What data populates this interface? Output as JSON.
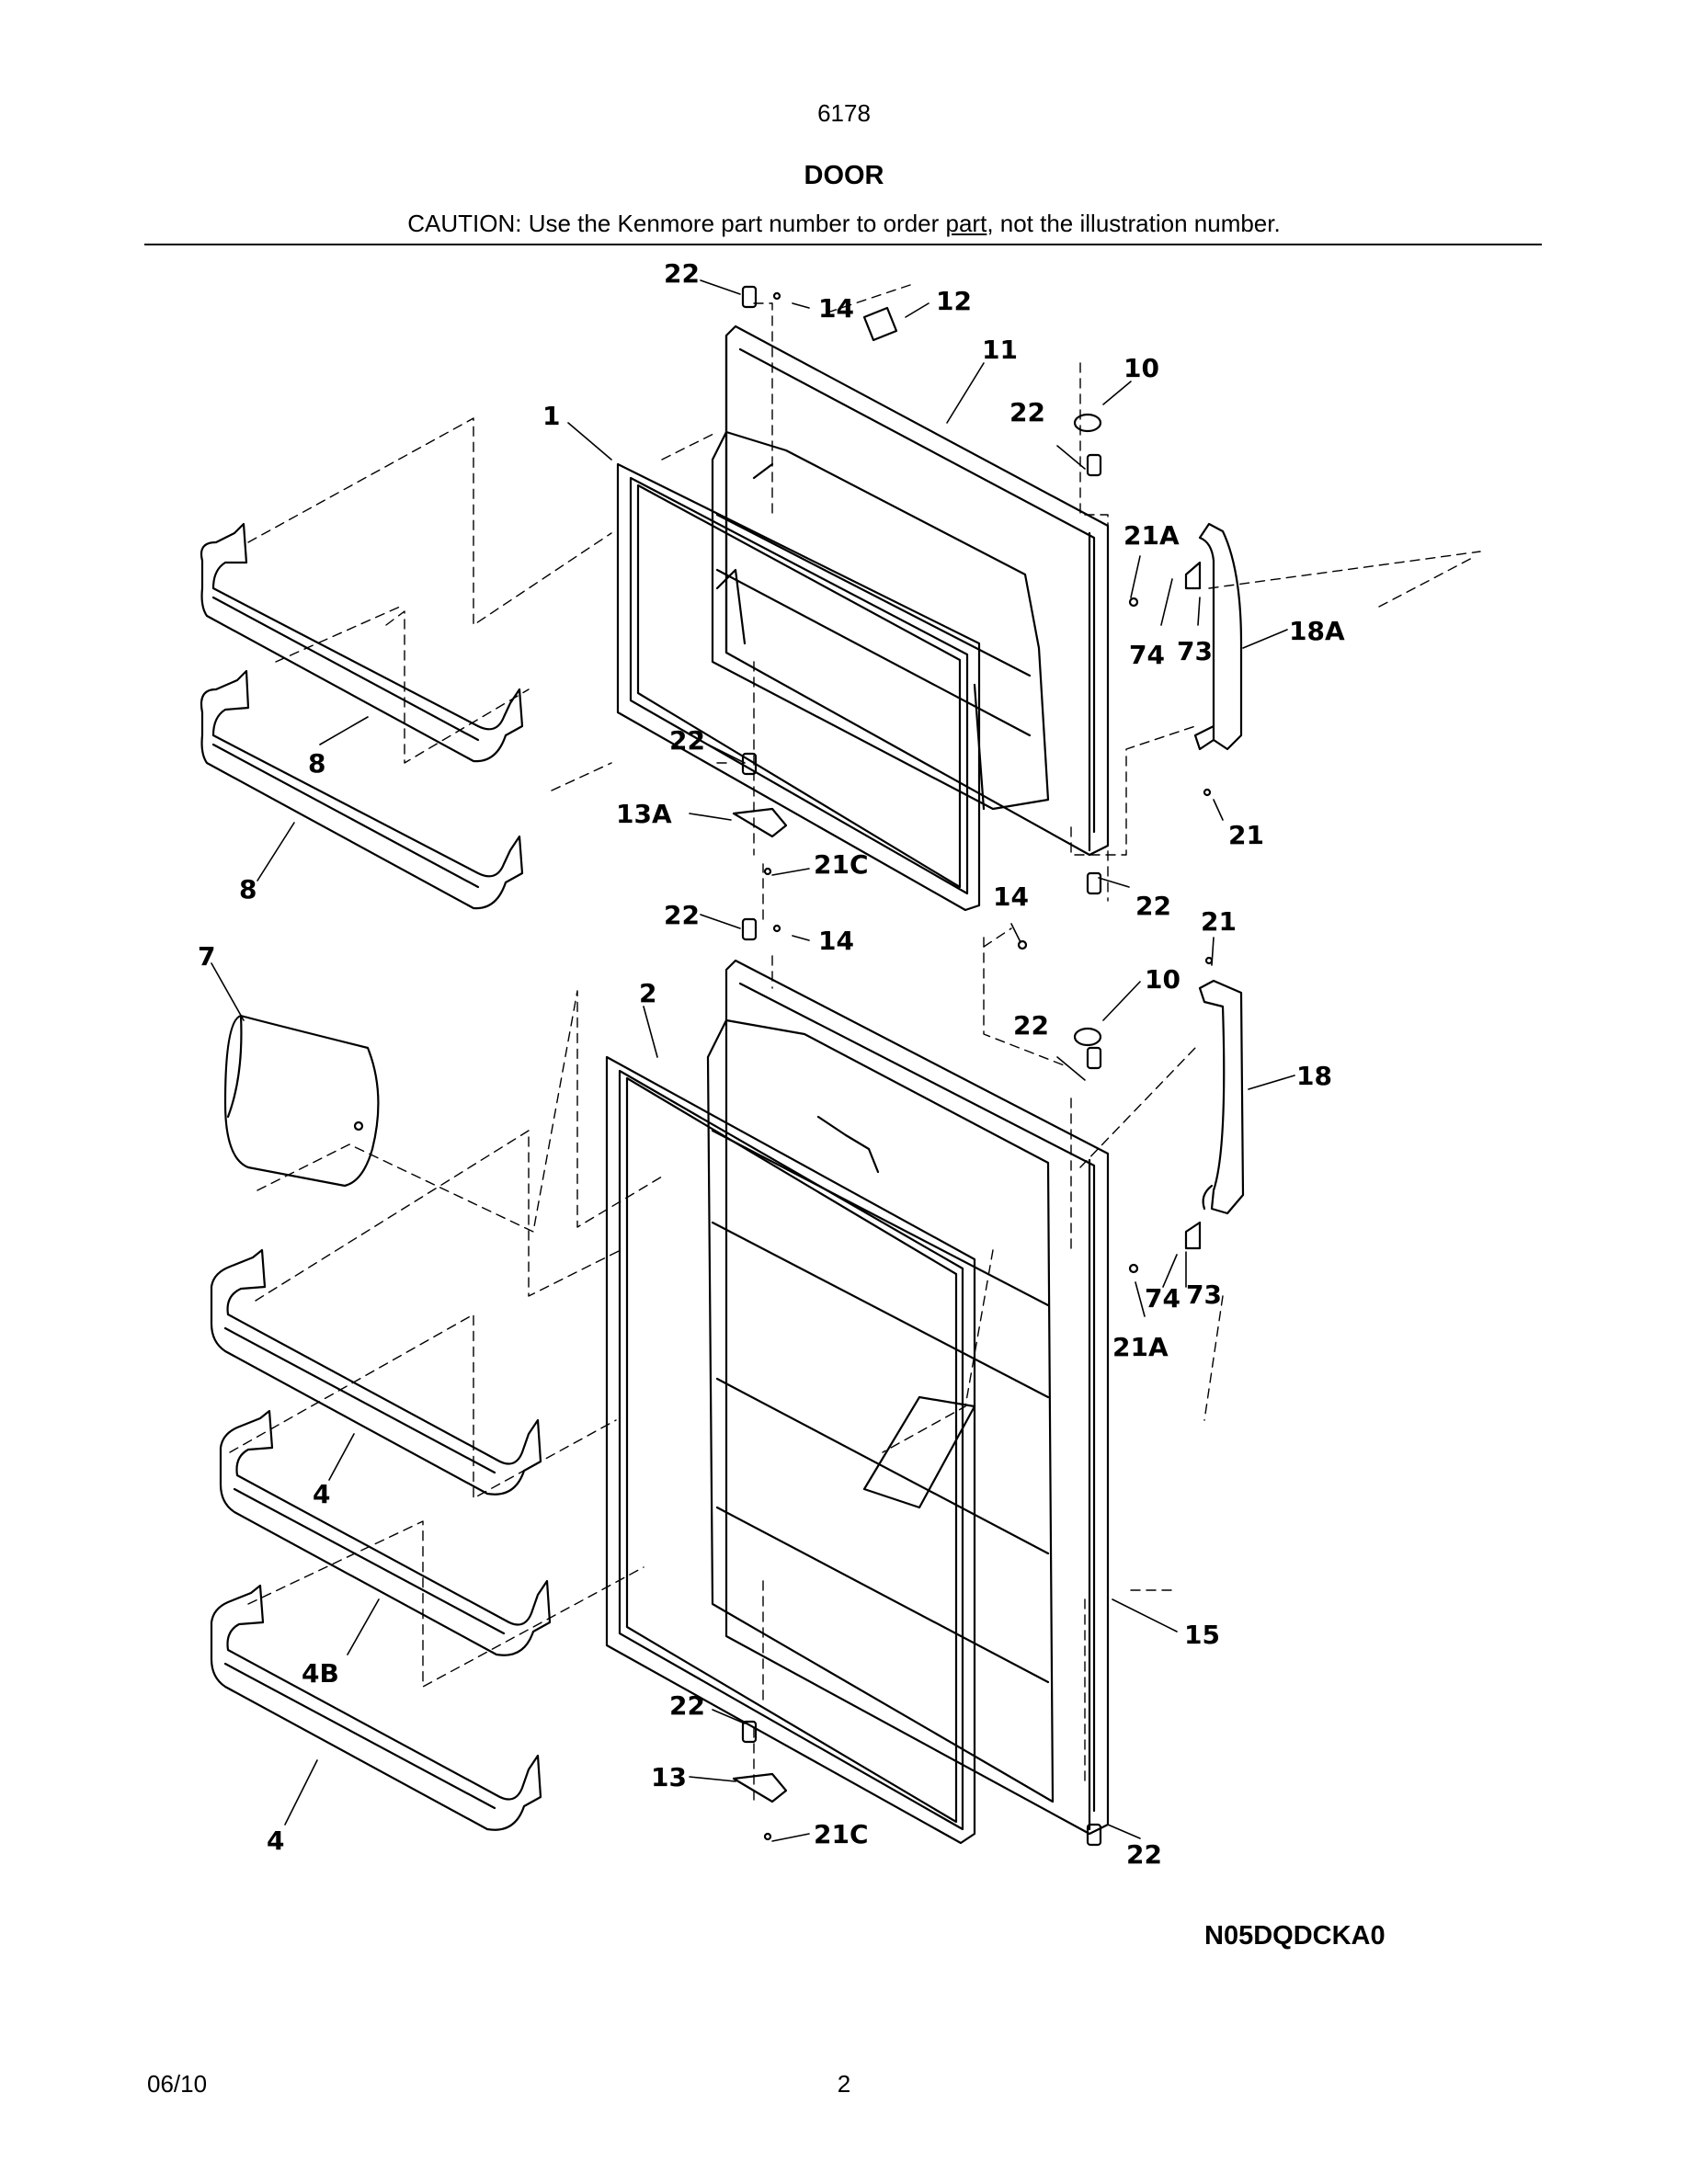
{
  "header": {
    "model": "6178",
    "title": "DOOR",
    "caution_before": "CAUTION: Use the Kenmore part number to order ",
    "caution_underlined": "part",
    "caution_after": ", not the illustration number."
  },
  "diagram": {
    "callouts": [
      "22",
      "14",
      "12",
      "11",
      "10",
      "1",
      "22",
      "21A",
      "74",
      "73",
      "18A",
      "8",
      "22",
      "13A",
      "8",
      "21C",
      "21",
      "14",
      "22",
      "22",
      "14",
      "21",
      "7",
      "2",
      "10",
      "22",
      "18",
      "74",
      "73",
      "21A",
      "4",
      "4B",
      "15",
      "22",
      "13",
      "21C",
      "4",
      "22"
    ],
    "drawing_code": "N05DQDCKA0"
  },
  "footer": {
    "date": "06/10",
    "page_number": "2"
  }
}
